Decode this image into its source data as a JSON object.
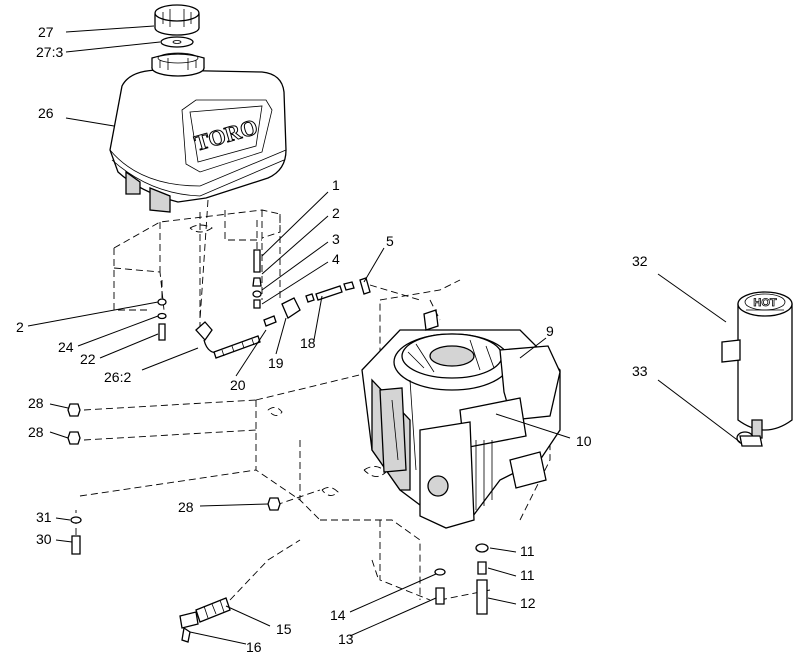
{
  "diagram": {
    "tank_brand": "TORO",
    "canister_brand": "HOT",
    "callouts": {
      "c27": "27",
      "c27_3": "27:3",
      "c26": "26",
      "c1": "1",
      "c2a": "2",
      "c3": "3",
      "c4": "4",
      "c5": "5",
      "c2b": "2",
      "c24": "24",
      "c22": "22",
      "c26_2": "26:2",
      "c20": "20",
      "c19": "19",
      "c18": "18",
      "c9": "9",
      "c10": "10",
      "c32": "32",
      "c33": "33",
      "c28a": "28",
      "c28b": "28",
      "c28c": "28",
      "c31": "31",
      "c30": "30",
      "c11a": "11",
      "c11b": "11",
      "c12": "12",
      "c14": "14",
      "c13": "13",
      "c15": "15",
      "c16": "16"
    }
  }
}
